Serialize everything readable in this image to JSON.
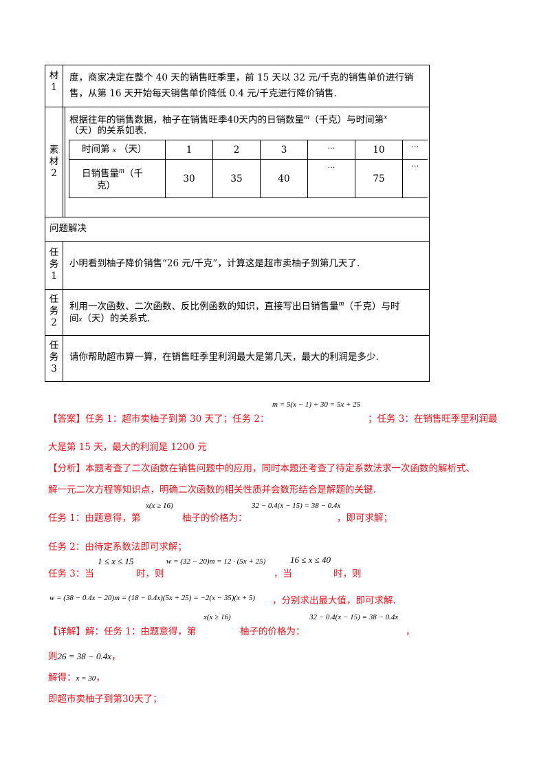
{
  "table": {
    "material1": {
      "label": [
        "材",
        "1"
      ],
      "line1": "度，商家决定在整个 40 天的销售旺季里，前 15 天以 32 元/千克的销售单价进行销",
      "line2": "售，从第 16 天开始每天销售单价降低 0.4 元/千克进行降价销售."
    },
    "material2": {
      "label": [
        "素",
        "材",
        "2"
      ],
      "line1a": "根据往年的销售数据，柚子在销售旺季40天内的日销数量",
      "m": "m",
      "line1b": "（千克）与时间第",
      "x": "x",
      "line2": "（天）的关系如表."
    },
    "inner_table": {
      "row1": {
        "label_pre": "时间第",
        "label_var": "x",
        "label_post": "（天）",
        "cells": [
          "1",
          "2",
          "3",
          "…",
          "10",
          "…"
        ]
      },
      "row2": {
        "label_pre": "日销售量",
        "label_var": "m",
        "label_post": "（千",
        "label_line2": "克）",
        "cells": [
          "30",
          "35",
          "40",
          "…",
          "75",
          "…"
        ]
      }
    },
    "problem_header": "问题解决",
    "task1": {
      "label": [
        "任",
        "务",
        "1"
      ],
      "text": "小明看到柚子降价销售“26 元/千克”，计算这是超市卖柚子到第几天了."
    },
    "task2": {
      "label": [
        "任",
        "务",
        "2"
      ],
      "line1a": "利用一次函数、二次函数、反比例函数的知识，直接写出日销售量",
      "m": "m",
      "line1b": "（千克）与时",
      "line2a": "间",
      "x": "x",
      "line2b": "（天）的关系式."
    },
    "task3": {
      "label": [
        "任",
        "务",
        "3"
      ],
      "text": "请你帮助超市算一算，在销售旺季里利润最大是第几天，最大的利润是多少."
    }
  },
  "answer": {
    "prefix": "【答案】",
    "p1": "任务 1：超市卖柚子到第 30 天了；任务 2：",
    "formula": "m = 5(x − 1) + 30 = 5x + 25",
    "p2": "；任务 3：在销售旺季里利润最",
    "p3": "大是第 15 天，最大的利润是 1200 元"
  },
  "analysis": {
    "prefix": "【分析】",
    "l1": "本题考查了二次函数在销售问题中的应用，同时本题还考查了待定系数法求一次函数的解析式、",
    "l2": "解一元二次方程等知识点，明确二次函数的相关性质并会数形结合是解题的关键.",
    "t1a": "任务 1：由题意得，第",
    "t1f1": "x(x ≥ 16)",
    "t1b": "柚子的价格为：",
    "t1f2": "32 − 0.4(x − 15) = 38 − 0.4x",
    "t1c": "，即可求解；",
    "t2": "任务 2：由待定系数法即可求解；",
    "t3a": "任务 3：当",
    "t3f1": "1 ≤ x ≤ 15",
    "t3b": "时，则",
    "t3f2": "w = (32 − 20)m = 12 · (5x + 25)",
    "t3c": "，当",
    "t3f3": "16 ≤ x ≤ 40",
    "t3d": "时，则",
    "t3f4": "w = (38 − 0.4x − 20)m = (18 − 0.4x)(5x + 25) = −2(x − 35)(x + 5)",
    "t3e": "，分别求出最大值，即可求解."
  },
  "detail": {
    "prefix": "【详解】",
    "l1a": "解：任务 1：由题意得，第",
    "l1f1": "x(x ≥ 16)",
    "l1b": "柚子的价格为：",
    "l1f2": "32 − 0.4(x − 15) = 38 − 0.4x",
    "l1c": "，",
    "l2a": "则",
    "l2f": "26 = 38 − 0.4x",
    "l2b": "，",
    "l3a": "解得：",
    "l3f": "x = 30",
    "l3b": "，",
    "l4": "即超市卖柚子到第30天了；"
  },
  "colors": {
    "accent": "#e8141c",
    "text": "#000000"
  }
}
